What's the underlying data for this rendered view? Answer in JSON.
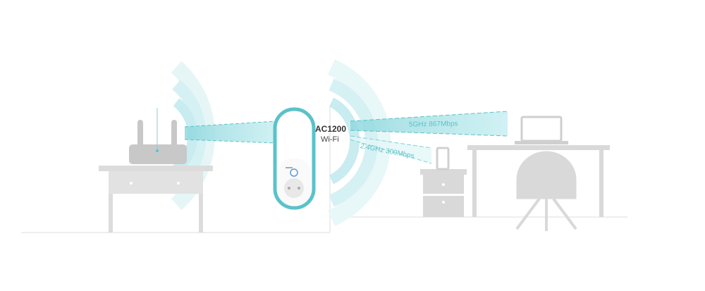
{
  "extender": {
    "model": "AC1200",
    "subtitle": "Wi-Fi"
  },
  "bands": [
    {
      "label": "5GHz 867Mbps"
    },
    {
      "label": "2.4GHz 300Mbps"
    }
  ],
  "colors": {
    "accent": "#5bc2c9",
    "furniture": "#d9d9d9",
    "device": "#c8c8c8"
  }
}
